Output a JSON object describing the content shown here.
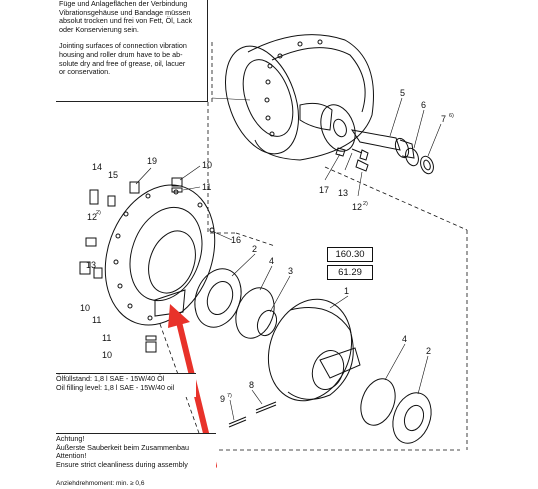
{
  "notes": {
    "top": {
      "de": [
        "Füge und Anlageflächen der Verbindung",
        "Vibrationsgehäuse und Bandage müssen",
        "absolut trocken und frei von Fett, Öl, Lack",
        "oder Konservierung sein."
      ],
      "en": [
        "Jointing surfaces of connection vibration",
        "housing and roller drum have to be ab-",
        "solute dry and free of grease, oil, lacuer",
        "or conservation."
      ]
    },
    "oil": [
      "Ölfüllstand: 1,8 l SAE - 15W/40 Öl",
      "Oil filling level: 1,8 l SAE - 15W/40 oil"
    ],
    "cleanliness": [
      "Achtung!",
      "Äußerste Sauberkeit beim Zusammenbau",
      "Attention!",
      "Ensure strict cleanliness during assembly"
    ],
    "bottom": "Anziehdrehmoment: min. ≥ 0,6"
  },
  "reference_boxes": [
    "160.30",
    "61.29"
  ],
  "part_labels": {
    "p1": "1",
    "p2a": "2",
    "p2b": "2",
    "p3": "3",
    "p4a": "4",
    "p4b": "4",
    "p5": "5",
    "p6": "6",
    "p7": "7",
    "p7sup": "6)",
    "p8": "8",
    "p9": "9",
    "p9sup": "7)",
    "p10a": "10",
    "p10b": "10",
    "p10c": "10",
    "p11a": "11",
    "p11b": "11",
    "p11c": "11",
    "p12a": "12",
    "p12asup": "2)",
    "p12b": "12",
    "p12bsup": "2)",
    "p13a": "13",
    "p13b": "13",
    "p14": "14",
    "p15": "15",
    "p16": "16",
    "p17": "17",
    "p19": "19"
  },
  "colors": {
    "line": "#111111",
    "arrow": "#e8322a",
    "background": "#ffffff"
  }
}
